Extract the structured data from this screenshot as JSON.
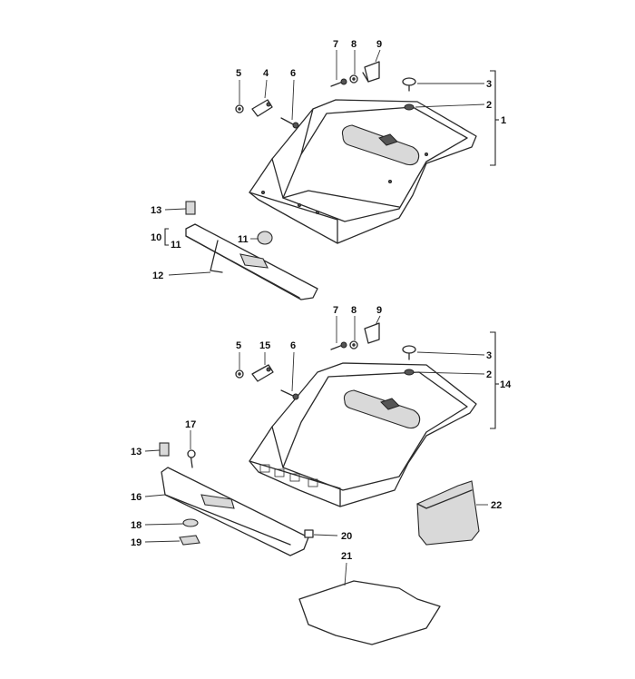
{
  "diagram": {
    "callouts": {
      "c1": "1",
      "c2a": "2",
      "c3a": "3",
      "c4": "4",
      "c5a": "5",
      "c6a": "6",
      "c7a": "7",
      "c8a": "8",
      "c9a": "9",
      "c10": "10",
      "c11a": "11",
      "c11b": "11",
      "c12": "12",
      "c13a": "13",
      "c2b": "2",
      "c3b": "3",
      "c5b": "5",
      "c6b": "6",
      "c7b": "7",
      "c8b": "8",
      "c9b": "9",
      "c13b": "13",
      "c14": "14",
      "c15": "15",
      "c16": "16",
      "c17": "17",
      "c18": "18",
      "c19": "19",
      "c20": "20",
      "c21": "21",
      "c22": "22"
    }
  }
}
